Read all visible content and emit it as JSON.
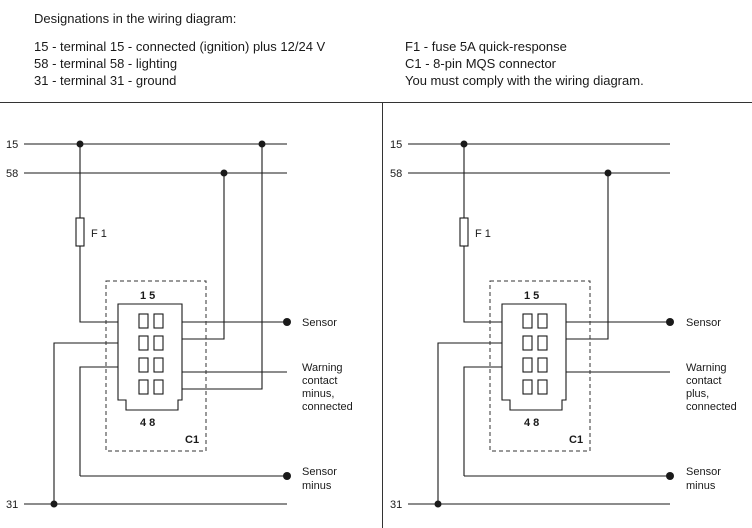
{
  "legend": {
    "title": "Designations in the wiring diagram:",
    "left": [
      "15 - terminal 15 - connected (ignition) plus 12/24 V",
      "58 - terminal 58 - lighting",
      "31 - terminal 31 - ground"
    ],
    "right": [
      "F1 - fuse 5A quick-response",
      "C1 - 8-pin MQS connector",
      "You must comply with the wiring diagram."
    ]
  },
  "diagrams": [
    {
      "terminal_15": "15",
      "terminal_58": "58",
      "terminal_31": "31",
      "fuse": "F 1",
      "pins_top": "1 5",
      "pins_bottom": "4 8",
      "connector": "C1",
      "sensor": "Sensor",
      "warning": [
        "Warning",
        "contact",
        "minus,",
        "connected"
      ],
      "sensor_minus": [
        "Sensor",
        "minus"
      ]
    },
    {
      "terminal_15": "15",
      "terminal_58": "58",
      "terminal_31": "31",
      "fuse": "F 1",
      "pins_top": "1 5",
      "pins_bottom": "4 8",
      "connector": "C1",
      "sensor": "Sensor",
      "warning": [
        "Warning",
        "contact",
        "plus,",
        "connected"
      ],
      "sensor_minus": [
        "Sensor",
        "minus"
      ]
    }
  ]
}
